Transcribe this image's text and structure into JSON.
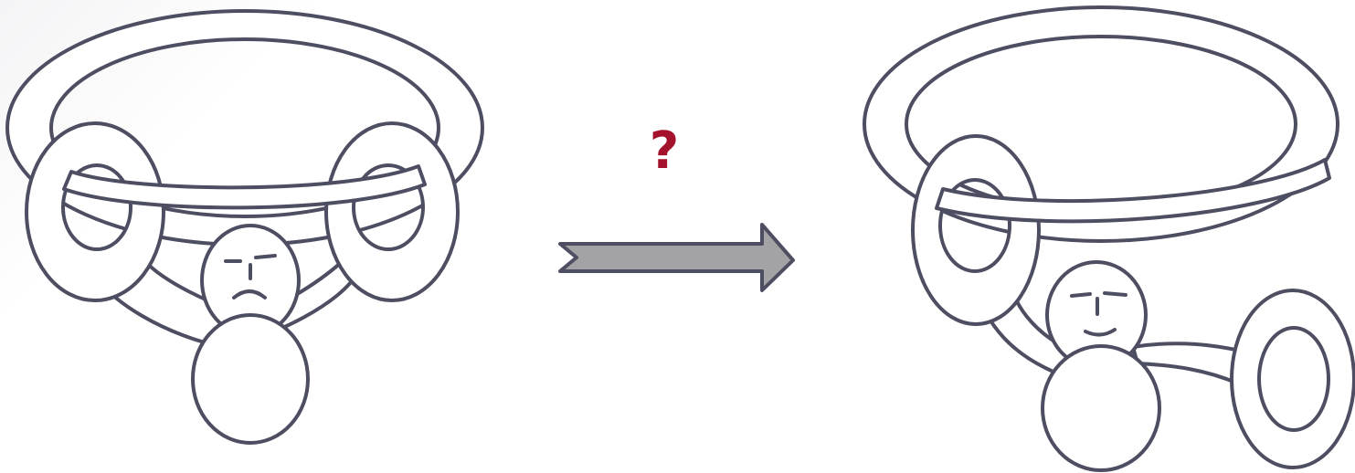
{
  "question_mark": "?",
  "colors": {
    "stroke": "#4e4e62",
    "fill": "#ffffff",
    "arrow_fill": "#a3a3a6",
    "arrow_stroke": "#4e4e62",
    "question": "#a3122a"
  },
  "figures": [
    {
      "name": "sad-figure-with-tangled-rings",
      "mood": "sad"
    },
    {
      "name": "happy-figure-with-untangled-rings",
      "mood": "happy"
    }
  ],
  "arrow": {
    "direction": "right"
  }
}
